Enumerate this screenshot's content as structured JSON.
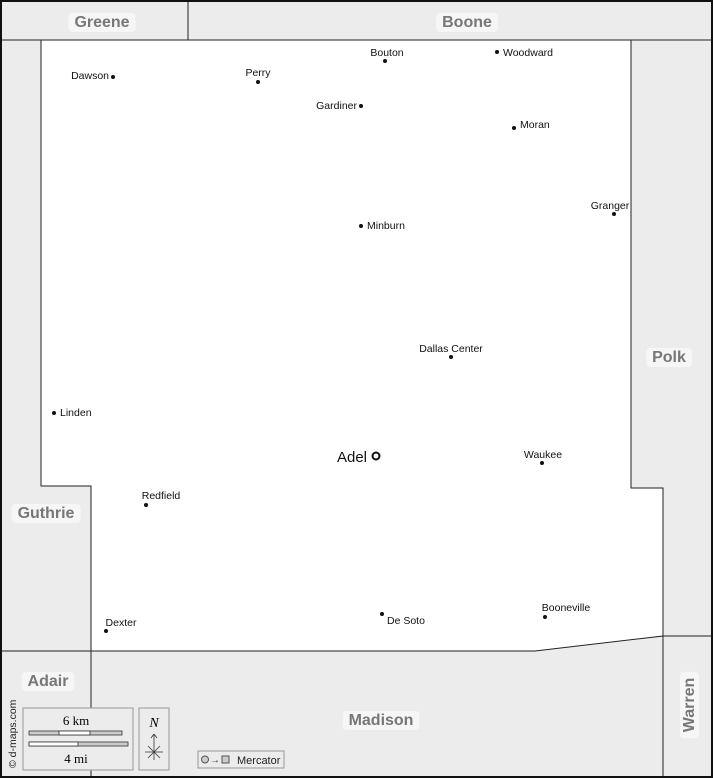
{
  "counties": {
    "greene": "Greene",
    "boone": "Boone",
    "polk": "Polk",
    "guthrie": "Guthrie",
    "adair": "Adair",
    "madison": "Madison",
    "warren": "Warren"
  },
  "seat": "Adel",
  "towns": [
    "Bouton",
    "Woodward",
    "Dawson",
    "Perry",
    "Gardiner",
    "Moran",
    "Granger",
    "Minburn",
    "Dallas Center",
    "Linden",
    "Waukee",
    "Redfield",
    "De Soto",
    "Booneville",
    "Dexter"
  ],
  "scale": {
    "km": "6 km",
    "mi": "4 mi"
  },
  "north": "N",
  "projection": "Mercator",
  "credit": "© d-maps.com"
}
